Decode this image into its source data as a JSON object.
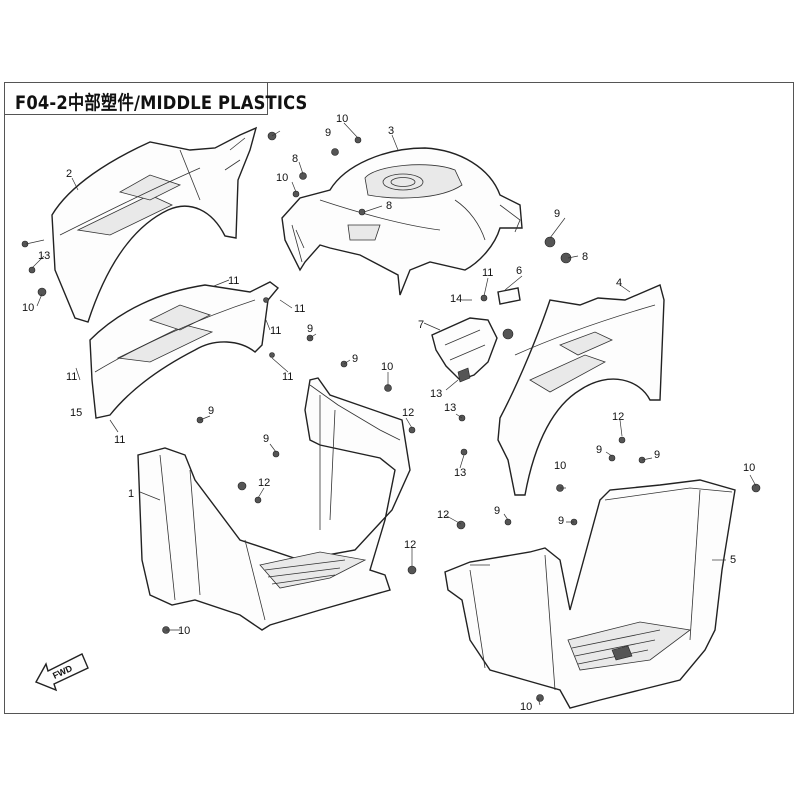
{
  "title": "F04-2中部塑件/MIDDLE PLASTICS",
  "fwd_label": "FWD",
  "callouts": {
    "c1": "1",
    "c2": "2",
    "c3": "3",
    "c4": "4",
    "c5": "5",
    "c6": "6",
    "c7": "7",
    "c8a": "8",
    "c8b": "8",
    "c8c": "8",
    "c9a": "9",
    "c9b": "9",
    "c9c": "9",
    "c9d": "9",
    "c9e": "9",
    "c9f": "9",
    "c9g": "9",
    "c9h": "9",
    "c9i": "9",
    "c9j": "9",
    "c10a": "10",
    "c10b": "10",
    "c10c": "10",
    "c10d": "10",
    "c10e": "10",
    "c10f": "10",
    "c10g": "10",
    "c10h": "10",
    "c11a": "11",
    "c11b": "11",
    "c11c": "11",
    "c11d": "11",
    "c11e": "11",
    "c11f": "11",
    "c11g": "11",
    "c12a": "12",
    "c12b": "12",
    "c12c": "12",
    "c12d": "12",
    "c12e": "12",
    "c13a": "13",
    "c13b": "13",
    "c13c": "13",
    "c13d": "13",
    "c14": "14",
    "c15": "15"
  }
}
